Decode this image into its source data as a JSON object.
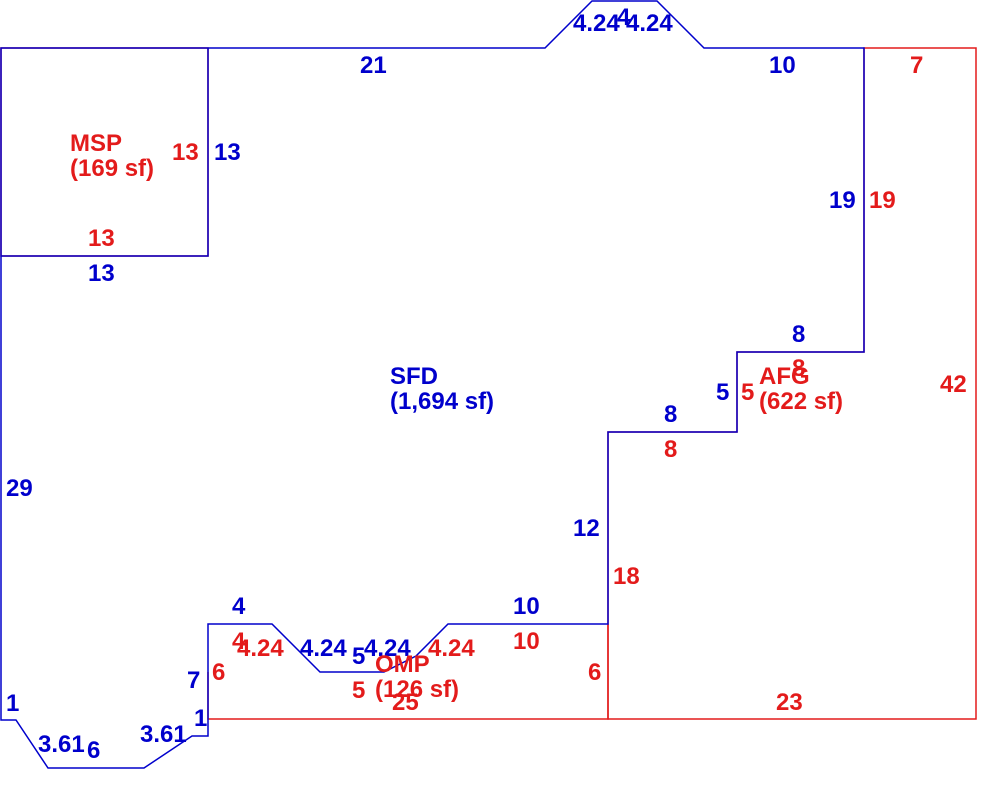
{
  "colors": {
    "blue": "#0000cc",
    "red": "#e31b1b",
    "background": "#ffffff"
  },
  "areas": {
    "msp": {
      "name": "MSP",
      "size": "(169 sf)"
    },
    "sfd": {
      "name": "SFD",
      "size": "(1,694 sf)"
    },
    "afg": {
      "name": "AFG",
      "size": "(622 sf)"
    },
    "omp": {
      "name": "OMP",
      "size": "(126 sf)"
    }
  },
  "dimensions": {
    "sfd_top_bay_left": "4.24",
    "sfd_top_bay_center": "4",
    "sfd_top_bay_right": "4.24",
    "sfd_top_left": "21",
    "sfd_top_right": "10",
    "sfd_msp_side": "13",
    "sfd_msp_bottom": "13",
    "sfd_left": "29",
    "sfd_right_upper": "19",
    "sfd_afg_top": "8",
    "sfd_afg_step": "5",
    "sfd_afg_step_top": "8",
    "sfd_right_lower": "12",
    "sfd_porch_top_right": "10",
    "sfd_porch_left": "4",
    "sfd_porch_bay_left": "4.24",
    "sfd_porch_bay_center": "5",
    "sfd_porch_bay_right": "4.24",
    "sfd_porch_side": "7",
    "sfd_small_left": "1",
    "sfd_small_right": "1",
    "sfd_diag_left": "3.61",
    "sfd_diag_right": "3.61",
    "sfd_bottom": "6",
    "msp_top": "7",
    "msp_side": "13",
    "msp_bottom": "13",
    "afg_left_upper": "19",
    "afg_right": "42",
    "afg_top_step": "8",
    "afg_step": "5",
    "afg_step_top": "8",
    "afg_left_lower": "18",
    "afg_bottom": "23",
    "afg_bottom_left": "6",
    "omp_top": "10",
    "omp_left": "4",
    "omp_bay_left": "4.24",
    "omp_bay_right": "4.24",
    "omp_side": "6",
    "omp_small": "5",
    "omp_bottom": "25"
  }
}
